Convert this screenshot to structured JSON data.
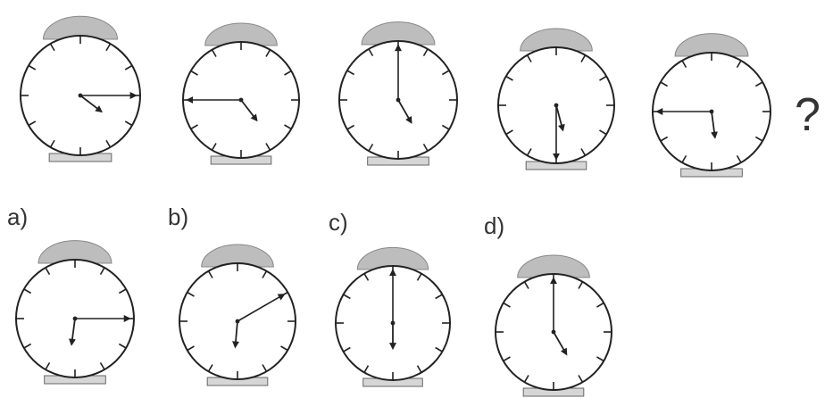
{
  "question_mark": "?",
  "sequence": [
    {
      "hour_hand": "4",
      "minute_hand": "15"
    },
    {
      "hour_hand": "4",
      "minute_hand": "45"
    },
    {
      "hour_hand": "5",
      "minute_hand": "0"
    },
    {
      "hour_hand": "5",
      "minute_hand": "30"
    },
    {
      "hour_hand": "5",
      "minute_hand": "45"
    }
  ],
  "options": [
    {
      "label": "a)",
      "hour_hand": "6",
      "minute_hand": "15"
    },
    {
      "label": "b)",
      "hour_hand": "6",
      "minute_hand": "10"
    },
    {
      "label": "c)",
      "hour_hand": "6",
      "minute_hand": "0"
    },
    {
      "label": "d)",
      "hour_hand": "5",
      "minute_hand": "0"
    }
  ],
  "colors": {
    "stroke": "#222222",
    "bell": "#bdbdbd",
    "base": "#d6d6d6"
  }
}
